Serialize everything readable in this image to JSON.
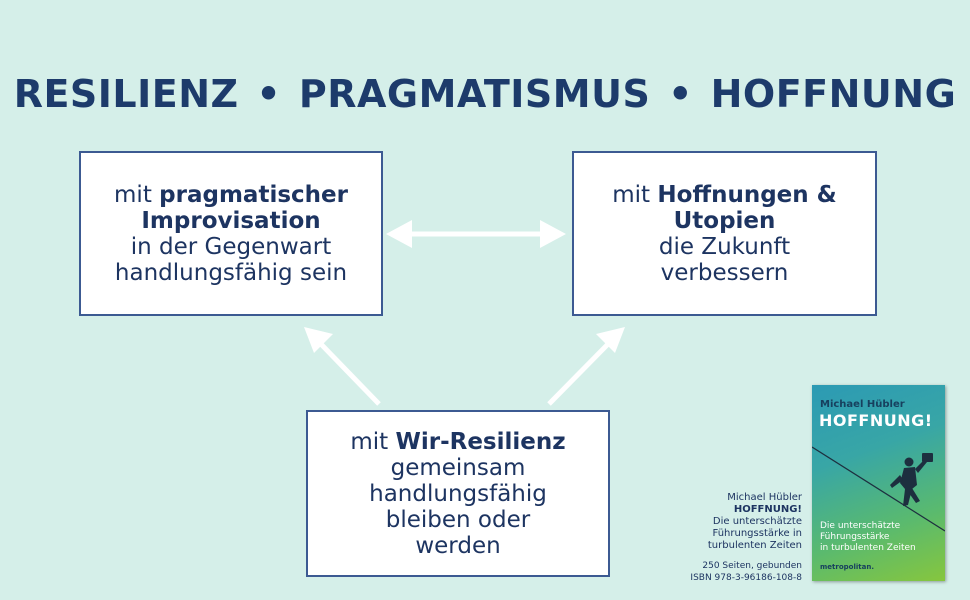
{
  "headline": {
    "part1": "RESILIENZ",
    "sep": "•",
    "part2": "PRAGMATISMUS",
    "part3": "HOFFNUNG"
  },
  "boxes": {
    "left": {
      "pre": "mit",
      "bold1": "pragmatischer",
      "bold2": "Improvisation",
      "line3": "in der Gegenwart",
      "line4": "handlungsfähig sein"
    },
    "right": {
      "pre": "mit",
      "bold1": "Hoffnungen &",
      "bold2": "Utopien",
      "line3": "die Zukunft",
      "line4": "verbessern"
    },
    "bottom": {
      "pre": "mit",
      "bold1": "Wir-Resilienz",
      "line2": "gemeinsam",
      "line3": "handlungsfähig",
      "line4": "bleiben oder",
      "line5": "werden"
    }
  },
  "book_info": {
    "author": "Michael Hübler",
    "title": "HOFFNUNG!",
    "subtitle_1": "Die unterschätzte",
    "subtitle_2": "Führungsstärke in",
    "subtitle_3": "turbulenten Zeiten",
    "pages": "250 Seiten, gebunden",
    "isbn": "ISBN 978-3-96186-108-8"
  },
  "book_cover": {
    "author": "Michael Hübler",
    "title": "HOFFNUNG!",
    "subtitle_1": "Die unterschätzte",
    "subtitle_2": "Führungsstärke",
    "subtitle_3": "in turbulenten Zeiten",
    "publisher": "metropolitan."
  },
  "colors": {
    "background": "#d5efe9",
    "text": "#1d3461",
    "box_border": "#3c5a92",
    "arrows": "#ffffff"
  }
}
